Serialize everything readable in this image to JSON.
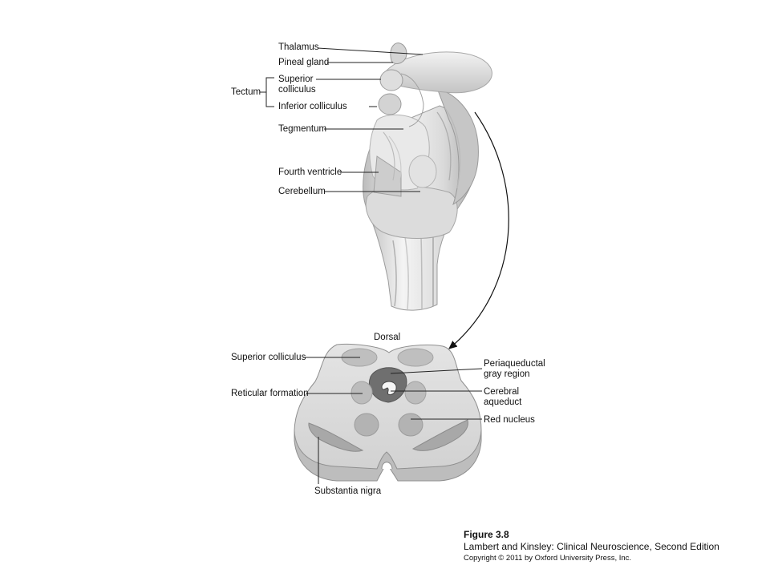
{
  "figure": {
    "brainstem_labels": {
      "thalamus": "Thalamus",
      "pineal_gland": "Pineal gland",
      "superior_colliculus_line1": "Superior",
      "superior_colliculus_line2": "colliculus",
      "inferior_colliculus": "Inferior colliculus",
      "tectum": "Tectum",
      "tegmentum": "Tegmentum",
      "fourth_ventricle": "Fourth ventricle",
      "cerebellum": "Cerebellum"
    },
    "section_labels": {
      "dorsal": "Dorsal",
      "superior_colliculus": "Superior colliculus",
      "reticular_formation": "Reticular formation",
      "substantia_nigra": "Substantia nigra",
      "periaqueductal_line1": "Periaqueductal",
      "periaqueductal_line2": "gray region",
      "cerebral_aqueduct_line1": "Cerebral",
      "cerebral_aqueduct_line2": "aqueduct",
      "red_nucleus": "Red nucleus"
    }
  },
  "caption": {
    "title": "Figure 3.8",
    "source": "Lambert and Kinsley: Clinical Neuroscience, Second Edition",
    "copyright": "Copyright © 2011 by Oxford University Press, Inc."
  },
  "colors": {
    "tissue_light": "#e8e8e8",
    "tissue_mid": "#c9c9c9",
    "tissue_dark": "#9a9a9a",
    "leader_line": "#222222"
  }
}
